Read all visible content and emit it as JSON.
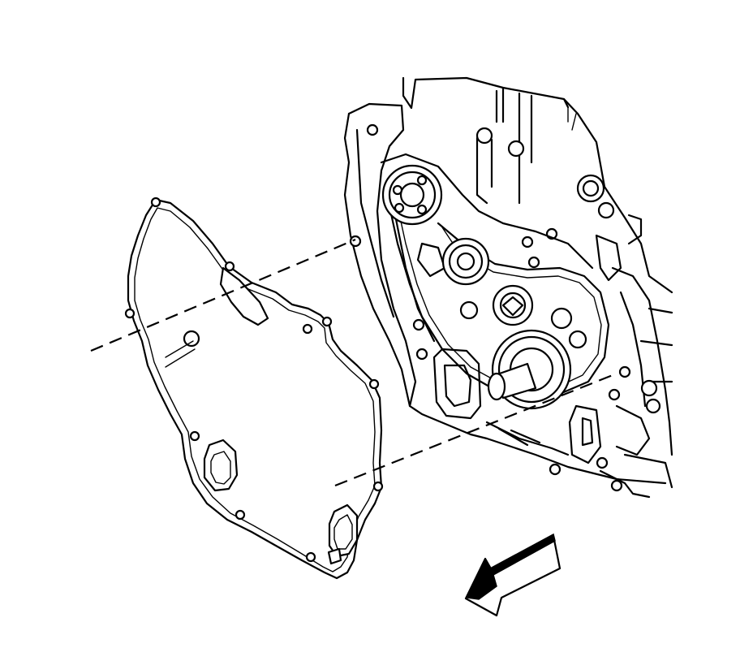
{
  "figure": {
    "background": "#ffffff",
    "line_color": "#000000",
    "parts": [
      "engine-block",
      "timing-chain",
      "camshaft-sprocket",
      "crankshaft-sprocket",
      "front-cover-gasket",
      "alignment-lines",
      "view-direction-arrow"
    ]
  }
}
